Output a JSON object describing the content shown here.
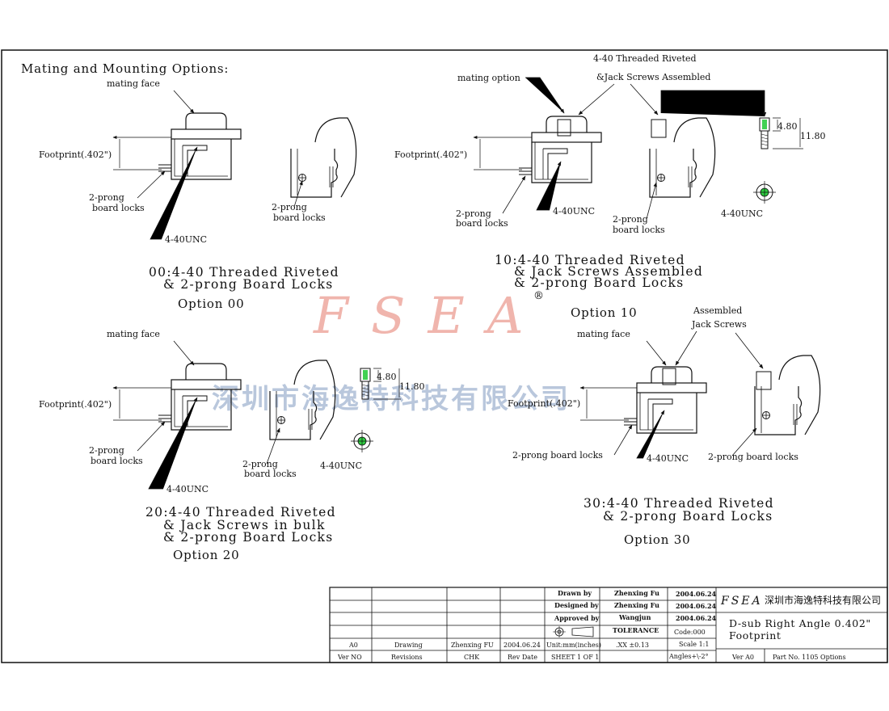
{
  "heading": "Mating and Mounting Options:",
  "colors": {
    "line": "#111111",
    "green": "#2ecc40",
    "watermark_red": "#f0b5ad",
    "watermark_blue": "#b9c7dc"
  },
  "watermark": {
    "latin": "FSEA",
    "registered": "®",
    "chinese": "深圳市海逸特科技有限公司"
  },
  "labels": {
    "mating_face": "mating face",
    "mating_option": "mating option",
    "footprint": "Footprint(.402\")",
    "prong_line1": "2-prong",
    "prong_line2": "board locks",
    "unc": "4-40UNC",
    "threaded_riveted": "4-40 Threaded Riveted",
    "jack_assembled": "&Jack Screws Assembled",
    "assembled": "Assembled",
    "jack_screws": "Jack Screws",
    "prong_board_locks": "2-prong board locks",
    "dim_480": "4.80",
    "dim_1180": "11.80"
  },
  "options": [
    {
      "lines": [
        "00:4-40 Threaded Riveted",
        "& 2-prong Board Locks"
      ],
      "caption": "Option 00"
    },
    {
      "lines": [
        "10:4-40 Threaded Riveted",
        "& Jack Screws Assembled",
        "& 2-prong Board Locks"
      ],
      "caption": "Option 10"
    },
    {
      "lines": [
        "20:4-40 Threaded Riveted",
        "& Jack Screws in bulk",
        "& 2-prong Board Locks"
      ],
      "caption": "Option 20"
    },
    {
      "lines": [
        "30:4-40 Threaded Riveted",
        "& 2-prong Board Locks"
      ],
      "caption": "Option 30"
    }
  ],
  "title_block": {
    "drawn_label": "Drawn by",
    "drawn_name": "Zhenxing Fu",
    "drawn_date": "2004.06.24",
    "designed_label": "Designed by",
    "designed_name": "Zhenxing Fu",
    "designed_date": "2004.06.24",
    "approved_label": "Approved by",
    "approved_name": "Wangjun",
    "approved_date": "2004.06.24",
    "tolerance_label": "TOLERANCE",
    "tolerance_value": ".XX ±0.13",
    "code": "Code:000",
    "scale": "Scale 1:1",
    "angles": "Angles+\\-2°",
    "units": "Unit:mm(inches)",
    "sheet": "SHEET 1 OF 1",
    "rev_ver": "A0",
    "rev_desc": "Drawing",
    "rev_chk": "Zhenxing FU",
    "rev_date": "2004.06.24",
    "h_ver": "Ver NO",
    "h_rev": "Revisions",
    "h_chk": "CHK",
    "h_date": "Rev Date",
    "logo": "FSEA",
    "company": "深圳市海逸特科技有限公司",
    "title_line1": "D-sub Right Angle 0.402\"",
    "title_line2": "Footprint",
    "ver_label": "Ver A0",
    "part_no": "Part No. 1105 Options"
  }
}
